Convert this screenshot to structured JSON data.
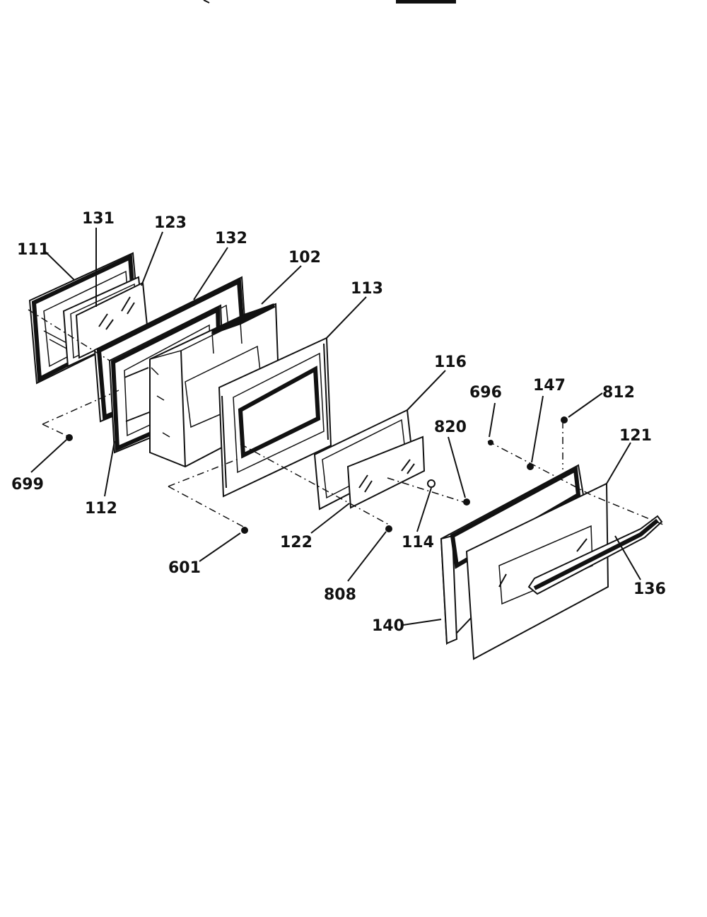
{
  "diagram": {
    "part_labels": {
      "p111": "111",
      "p131": "131",
      "p123": "123",
      "p132": "132",
      "p102": "102",
      "p113": "113",
      "p116": "116",
      "p696": "696",
      "p147": "147",
      "p812": "812",
      "p121": "121",
      "p820": "820",
      "p699": "699",
      "p112": "112",
      "p122": "122",
      "p114": "114",
      "p601": "601",
      "p808": "808",
      "p136": "136",
      "p140": "140"
    }
  }
}
